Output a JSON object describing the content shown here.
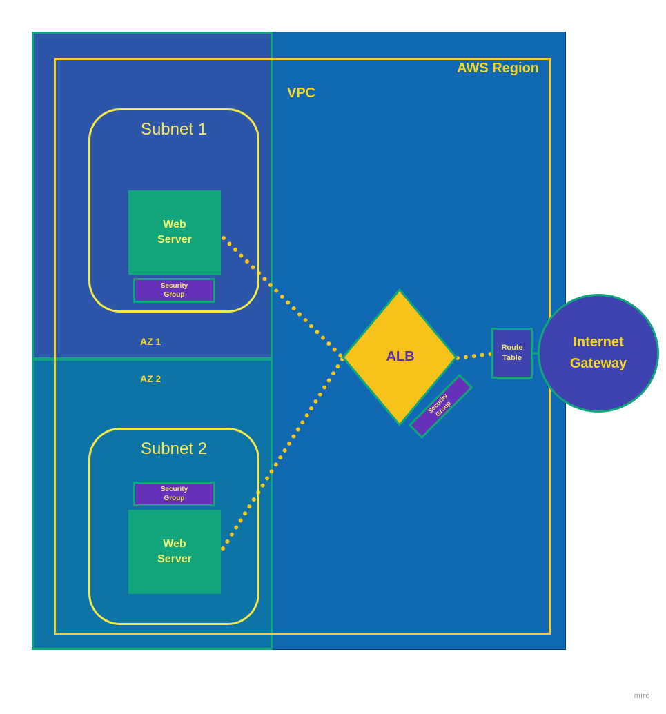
{
  "region": {
    "label": "AWS Region"
  },
  "vpc": {
    "label": "VPC"
  },
  "azs": [
    {
      "label": "AZ 1"
    },
    {
      "label": "AZ 2"
    }
  ],
  "subnets": [
    {
      "title": "Subnet 1",
      "web_server": [
        "Web",
        "Server"
      ],
      "security_group": [
        "Security",
        "Group"
      ]
    },
    {
      "title": "Subnet 2",
      "web_server": [
        "Web",
        "Server"
      ],
      "security_group": [
        "Security",
        "Group"
      ]
    }
  ],
  "alb": {
    "label": "ALB",
    "security_group": [
      "Security",
      "Group"
    ]
  },
  "route_table": {
    "lines": [
      "Route",
      "Table"
    ]
  },
  "internet_gateway": {
    "lines": [
      "Internet",
      "Gateway"
    ]
  },
  "watermark": "miro",
  "colors": {
    "region_fill": "#1068b3",
    "az1_fill": "#2d56a8",
    "az2_fill": "#0e74a6",
    "az_border": "#10a57c",
    "vpc_border": "#f0cf2a",
    "label_yellow": "#f5d51f",
    "web_server": "#12a47b",
    "security_group": "#6431b8",
    "alb_fill": "#f7c31a",
    "alb_text": "#5b2fb7",
    "gateway_fill": "#3f43b0",
    "connector": "#f5c518"
  }
}
